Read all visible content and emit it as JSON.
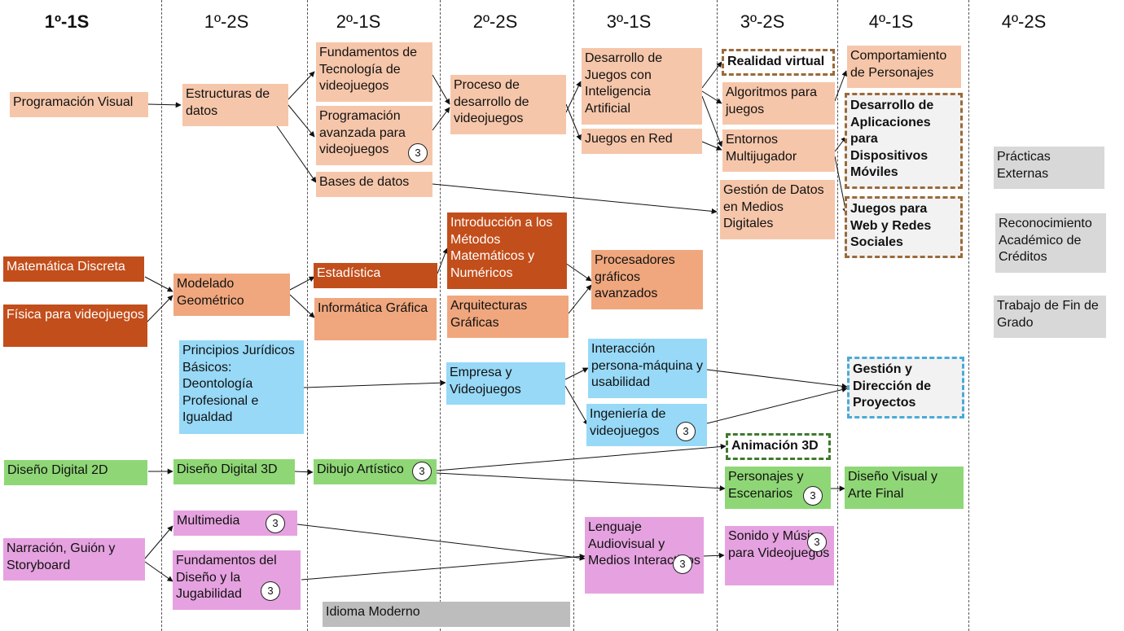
{
  "columns": [
    "1º-1S",
    "1º-2S",
    "2º-1S",
    "2º-2S",
    "3º-1S",
    "3º-2S",
    "4º-1S",
    "4º-2S"
  ],
  "subjects": {
    "prog_visual": "Programación Visual",
    "estructuras": "Estructuras de datos",
    "fundamentos_tec": "Fundamentos de Tecnología de videojuegos",
    "prog_avanzada": "Programación avanzada para videojuegos",
    "bases_datos": "Bases de datos",
    "proceso_desarrollo": "Proceso de desarrollo de videojuegos",
    "juegos_ia": "Desarrollo de Juegos con Inteligencia Artificial",
    "juegos_red": "Juegos en Red",
    "realidad_virtual": "Realidad virtual",
    "algoritmos": "Algoritmos para juegos",
    "entornos_multi": "Entornos Multijugador",
    "gestion_datos": "Gestión de Datos en Medios Digitales",
    "comportamiento": "Comportamiento de Personajes",
    "apps_moviles": "Desarrollo de Aplicaciones para Dispositivos Móviles",
    "juegos_web": "Juegos para Web y Redes Sociales",
    "matematica_discreta": "Matemática Discreta",
    "fisica": "Física para videojuegos",
    "modelado": "Modelado Geométrico",
    "estadistica": "Estadística",
    "informatica_grafica": "Informática Gráfica",
    "metodos_matematicos": "Introducción a los Métodos Matemáticos y Numéricos",
    "arquitecturas": "Arquitecturas Gráficas",
    "procesadores": "Procesadores gráficos avanzados",
    "principios_juridicos": "Principios Jurídicos Básicos: Deontología Profesional e Igualdad",
    "empresa": "Empresa y Videojuegos",
    "interaccion": "Interacción persona-máquina y usabilidad",
    "ingenieria": "Ingeniería de videojuegos",
    "gestion_proyectos": "Gestión y Dirección de Proyectos",
    "diseno_2d": "Diseño Digital 2D",
    "diseno_3d": "Diseño Digital 3D",
    "dibujo": "Dibujo Artístico",
    "animacion": "Animación 3D",
    "personajes": "Personajes y Escenarios",
    "diseno_visual": "Diseño Visual y Arte Final",
    "narracion": "Narración, Guión y Storyboard",
    "multimedia": "Multimedia",
    "fundamentos_diseno": "Fundamentos del Diseño y la Jugabilidad",
    "lenguaje_audiovisual": "Lenguaje Audiovisual y Medios Interactivos",
    "sonido": "Sonido y Música para Videojuegos",
    "idioma": "Idioma Moderno",
    "practicas": "Prácticas Externas",
    "reconocimiento": "Reconocimiento Académico de Créditos",
    "tfg": "Trabajo de Fin de Grado"
  },
  "credit_badge": "3",
  "colors": {
    "programming": "#f6c6aa",
    "math_physics": "#c24e1b",
    "graphics": "#f0a77e",
    "management": "#97d9f7",
    "art": "#8fd776",
    "narrative_audio": "#e6a2e0",
    "other": "#d8d8d8",
    "elective_border": "#9a6a3a"
  }
}
